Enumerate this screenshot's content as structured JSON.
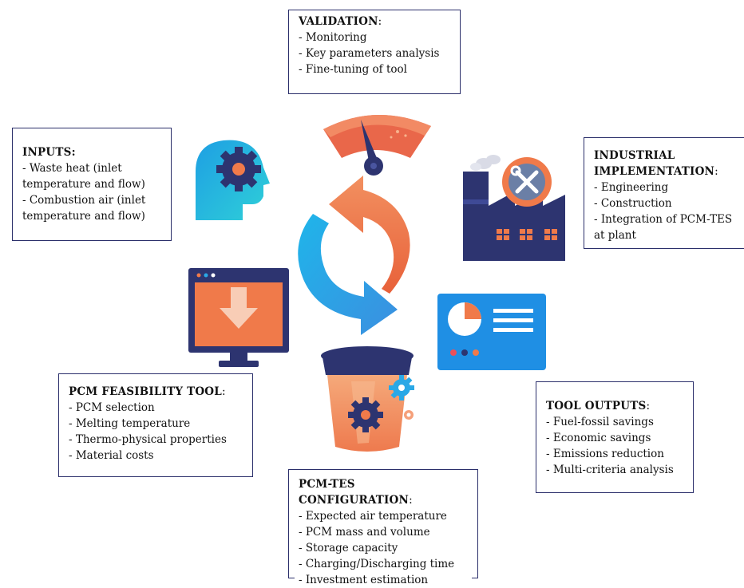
{
  "boxes": {
    "validation": {
      "title": "VALIDATION",
      "suffix": ":",
      "items": [
        "- Monitoring",
        "- Key parameters analysis",
        "- Fine-tuning of tool"
      ]
    },
    "inputs": {
      "title": "INPUTS:",
      "items": [
        "- Waste heat (inlet temperature and flow)",
        "- Combustion air (inlet temperature and flow)"
      ]
    },
    "industrial": {
      "title_line1": "INDUSTRIAL",
      "title_line2": "IMPLEMENTATION",
      "suffix": ":",
      "items": [
        "- Engineering",
        "- Construction",
        "- Integration of PCM-TES at plant"
      ]
    },
    "pcm_tool": {
      "title": "PCM FEASIBILITY TOOL",
      "suffix": ":",
      "items": [
        "- PCM selection",
        "- Melting temperature",
        "- Thermo-physical properties",
        "- Material costs"
      ]
    },
    "tool_outputs": {
      "title": "TOOL OUTPUTS",
      "suffix": ":",
      "items": [
        "- Fuel-fossil savings",
        "- Economic savings",
        "- Emissions reduction",
        "- Multi-criteria analysis"
      ]
    },
    "pcm_tes": {
      "title": "PCM-TES CONFIGURATION",
      "suffix": ":",
      "items": [
        "- Expected air temperature",
        "- PCM mass and volume",
        "- Storage capacity",
        "- Charging/Discharging time",
        "- Investment estimation"
      ]
    }
  },
  "icons": [
    "gauge-icon",
    "head-gear-icon",
    "factory-tools-icon",
    "monitor-download-icon",
    "dashboard-card-icon",
    "tank-gears-icon",
    "cycle-arrows-icon"
  ],
  "colors": {
    "border": "#2b2f6b",
    "orange": "#f07a4a",
    "blue": "#2aa8e6",
    "navy": "#2d3470"
  }
}
